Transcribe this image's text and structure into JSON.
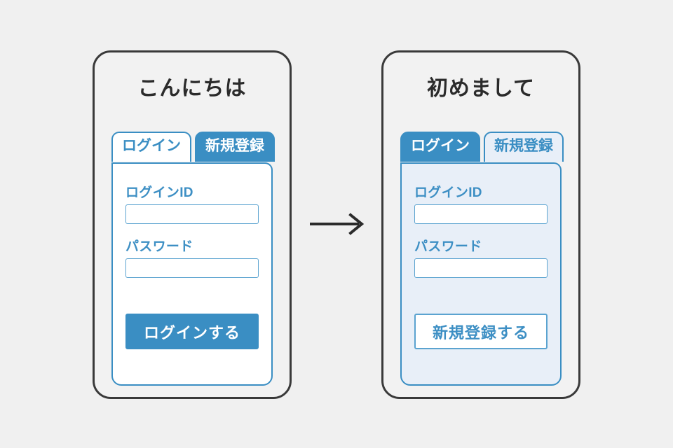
{
  "background_color": "#f0f0f0",
  "accent_color": "#3a8ec3",
  "tint_color": "#e8eff8",
  "frame_color": "#3a3a3a",
  "title_color": "#2b2b2b",
  "screens": {
    "left": {
      "title": "こんにちは",
      "tabs": [
        {
          "label": "ログイン",
          "state": "selected"
        },
        {
          "label": "新規登録",
          "state": "unselected"
        }
      ],
      "fields": [
        {
          "label": "ログインID",
          "value": "",
          "placeholder": ""
        },
        {
          "label": "パスワード",
          "value": "",
          "placeholder": ""
        }
      ],
      "cta": {
        "label": "ログインする",
        "style": "solid"
      }
    },
    "right": {
      "title": "初めまして",
      "tabs": [
        {
          "label": "ログイン",
          "state": "unselected"
        },
        {
          "label": "新規登録",
          "state": "selected"
        }
      ],
      "fields": [
        {
          "label": "ログインID",
          "value": "",
          "placeholder": ""
        },
        {
          "label": "パスワード",
          "value": "",
          "placeholder": ""
        }
      ],
      "cta": {
        "label": "新規登録する",
        "style": "ghost"
      }
    }
  },
  "transition": {
    "icon": "arrow-right-icon",
    "color": "#2b2b2b"
  }
}
